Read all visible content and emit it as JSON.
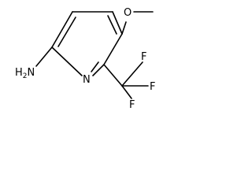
{
  "molecule": {
    "atoms": {
      "ring_nitrogen": "N",
      "amino_group": "H2N",
      "methoxy_oxygen": "O",
      "fluorine_top": "F",
      "fluorine_right": "F",
      "fluorine_bottom": "F"
    }
  }
}
